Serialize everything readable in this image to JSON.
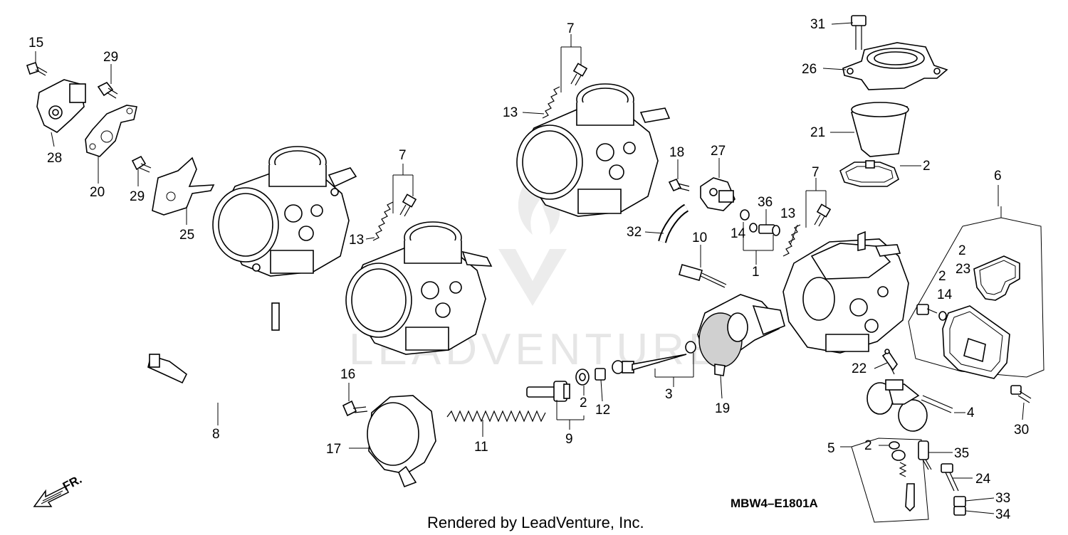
{
  "watermark": "LEADVENTURE",
  "diagram_code": "MBW4–E1801A",
  "direction_label": "FR.",
  "footer": "Rendered by LeadVenture, Inc.",
  "callouts": [
    "1",
    "2",
    "3",
    "4",
    "5",
    "6",
    "7",
    "8",
    "9",
    "10",
    "11",
    "12",
    "13",
    "14",
    "15",
    "16",
    "17",
    "18",
    "19",
    "20",
    "21",
    "22",
    "23",
    "24",
    "25",
    "26",
    "27",
    "28",
    "29",
    "30",
    "31",
    "32",
    "33",
    "34",
    "35",
    "36"
  ]
}
